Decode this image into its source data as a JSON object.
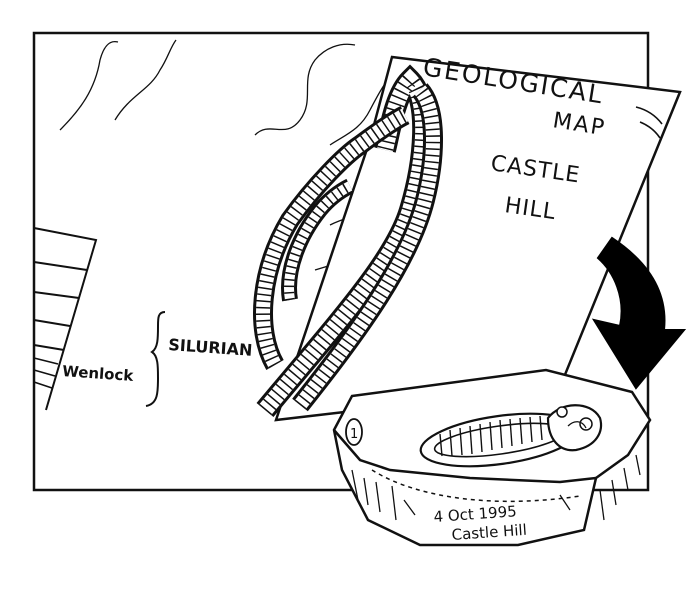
{
  "map_sheet": {
    "title_line1": "GEOLOGICAL",
    "title_line2": "MAP",
    "location_line1": "CASTLE",
    "location_line2": "HILL"
  },
  "strata_labels": {
    "system": "SILURIAN",
    "series": "Wenlock"
  },
  "fossil_label": {
    "date": "4 Oct 1995",
    "place": "Castle Hill",
    "specimen_number": "1"
  },
  "colors": {
    "ink": "#111111",
    "paper": "#ffffff"
  },
  "icons": [
    "curved-arrow-icon",
    "trilobite-fossil-icon"
  ]
}
